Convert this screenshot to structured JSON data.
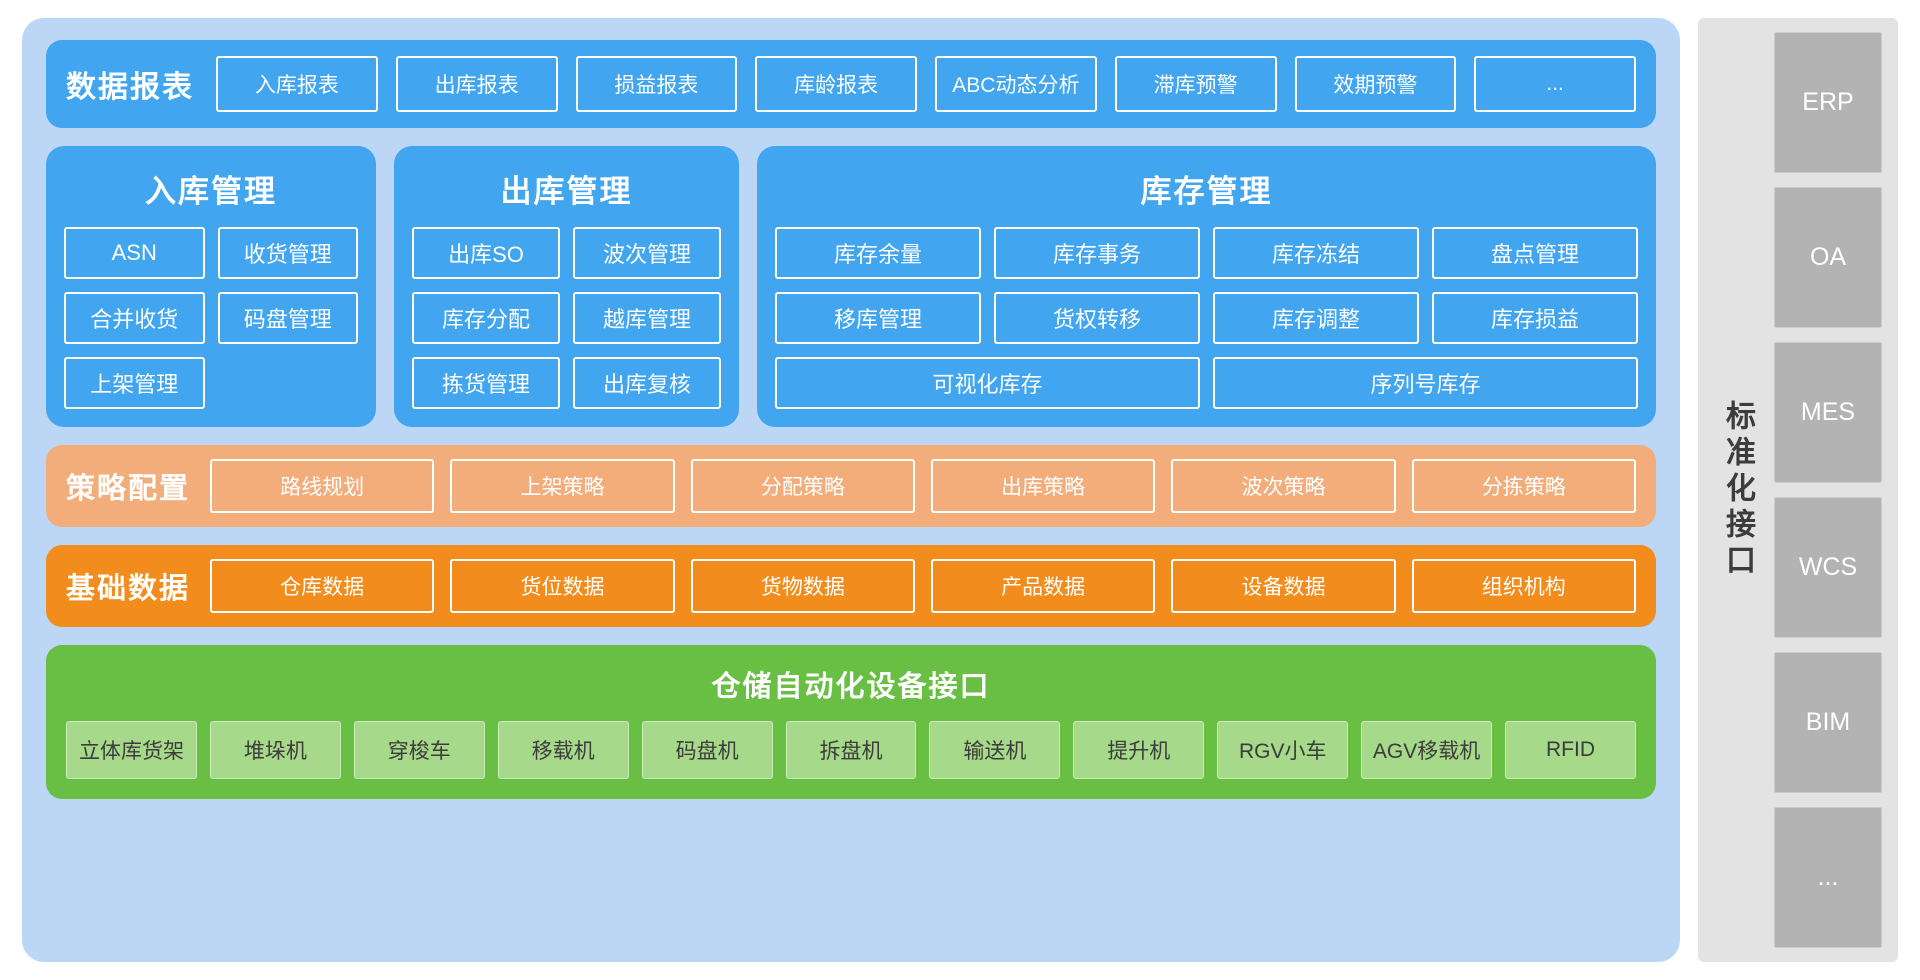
{
  "colors": {
    "outer_bg": "#bcd7f5",
    "blue": "#41a5f0",
    "peach": "#f2ad7b",
    "orange": "#f28c1c",
    "green": "#69bf43",
    "green_chip": "#a6d98a",
    "sidebar_bg": "#e3e3e3",
    "sidebar_box": "#b3b3b3"
  },
  "report": {
    "title": "数据报表",
    "items": [
      "入库报表",
      "出库报表",
      "损益报表",
      "库龄报表",
      "ABC动态分析",
      "滞库预警",
      "效期预警",
      "..."
    ]
  },
  "panels": [
    {
      "title": "入库管理",
      "rows": [
        [
          "ASN",
          "收货管理"
        ],
        [
          "合并收货",
          "码盘管理"
        ],
        [
          "上架管理",
          ""
        ]
      ]
    },
    {
      "title": "出库管理",
      "rows": [
        [
          "出库SO",
          "波次管理"
        ],
        [
          "库存分配",
          "越库管理"
        ],
        [
          "拣货管理",
          "出库复核"
        ]
      ]
    },
    {
      "title": "库存管理",
      "rows": [
        [
          "库存余量",
          "库存事务",
          "库存冻结",
          "盘点管理"
        ],
        [
          "移库管理",
          "货权转移",
          "库存调整",
          "库存损益"
        ],
        [
          "可视化库存",
          "序列号库存"
        ]
      ]
    }
  ],
  "strategy": {
    "title": "策略配置",
    "items": [
      "路线规划",
      "上架策略",
      "分配策略",
      "出库策略",
      "波次策略",
      "分拣策略"
    ]
  },
  "basedata": {
    "title": "基础数据",
    "items": [
      "仓库数据",
      "货位数据",
      "货物数据",
      "产品数据",
      "设备数据",
      "组织机构"
    ]
  },
  "device": {
    "title": "仓储自动化设备接口",
    "items": [
      "立体库货架",
      "堆垛机",
      "穿梭车",
      "移载机",
      "码盘机",
      "拆盘机",
      "输送机",
      "提升机",
      "RGV小车",
      "AGV移载机",
      "RFID"
    ]
  },
  "sidebar": {
    "label": "标准化接口",
    "items": [
      "ERP",
      "OA",
      "MES",
      "WCS",
      "BIM",
      "..."
    ]
  }
}
